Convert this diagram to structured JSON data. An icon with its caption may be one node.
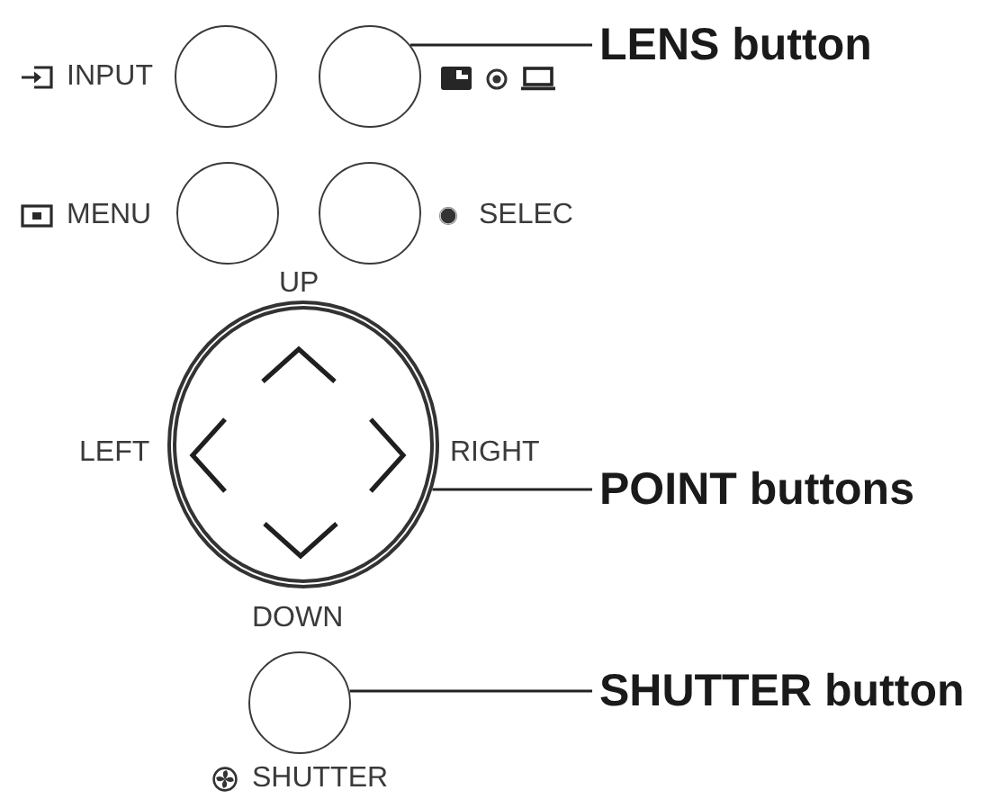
{
  "diagram": {
    "nodes": [
      {
        "text": [],
        "shape": "circle",
        "beside": [
          "INPUT"
        ]
      },
      {
        "text": [],
        "shape": "circle"
      },
      {
        "text": [
          "LENS button"
        ]
      },
      {
        "text": [],
        "shape": "circle",
        "beside": [
          "MENU"
        ]
      },
      {
        "text": [],
        "shape": "circle",
        "beside": [
          "SELEC"
        ]
      },
      {
        "text": [],
        "shape": "circle",
        "beside": [
          "UP",
          "LEFT",
          "RIGHT",
          "DOWN"
        ]
      },
      {
        "text": [
          "POINT buttons"
        ]
      },
      {
        "text": [],
        "shape": "circle",
        "beside": [
          "SHUTTER"
        ]
      },
      {
        "text": [
          "SHUTTER button"
        ]
      }
    ],
    "edges": [
      {
        "from": 2,
        "to": 1,
        "arrow": "none"
      },
      {
        "from": 6,
        "to": 5,
        "arrow": "none"
      },
      {
        "from": 8,
        "to": 7,
        "arrow": "none"
      }
    ]
  }
}
